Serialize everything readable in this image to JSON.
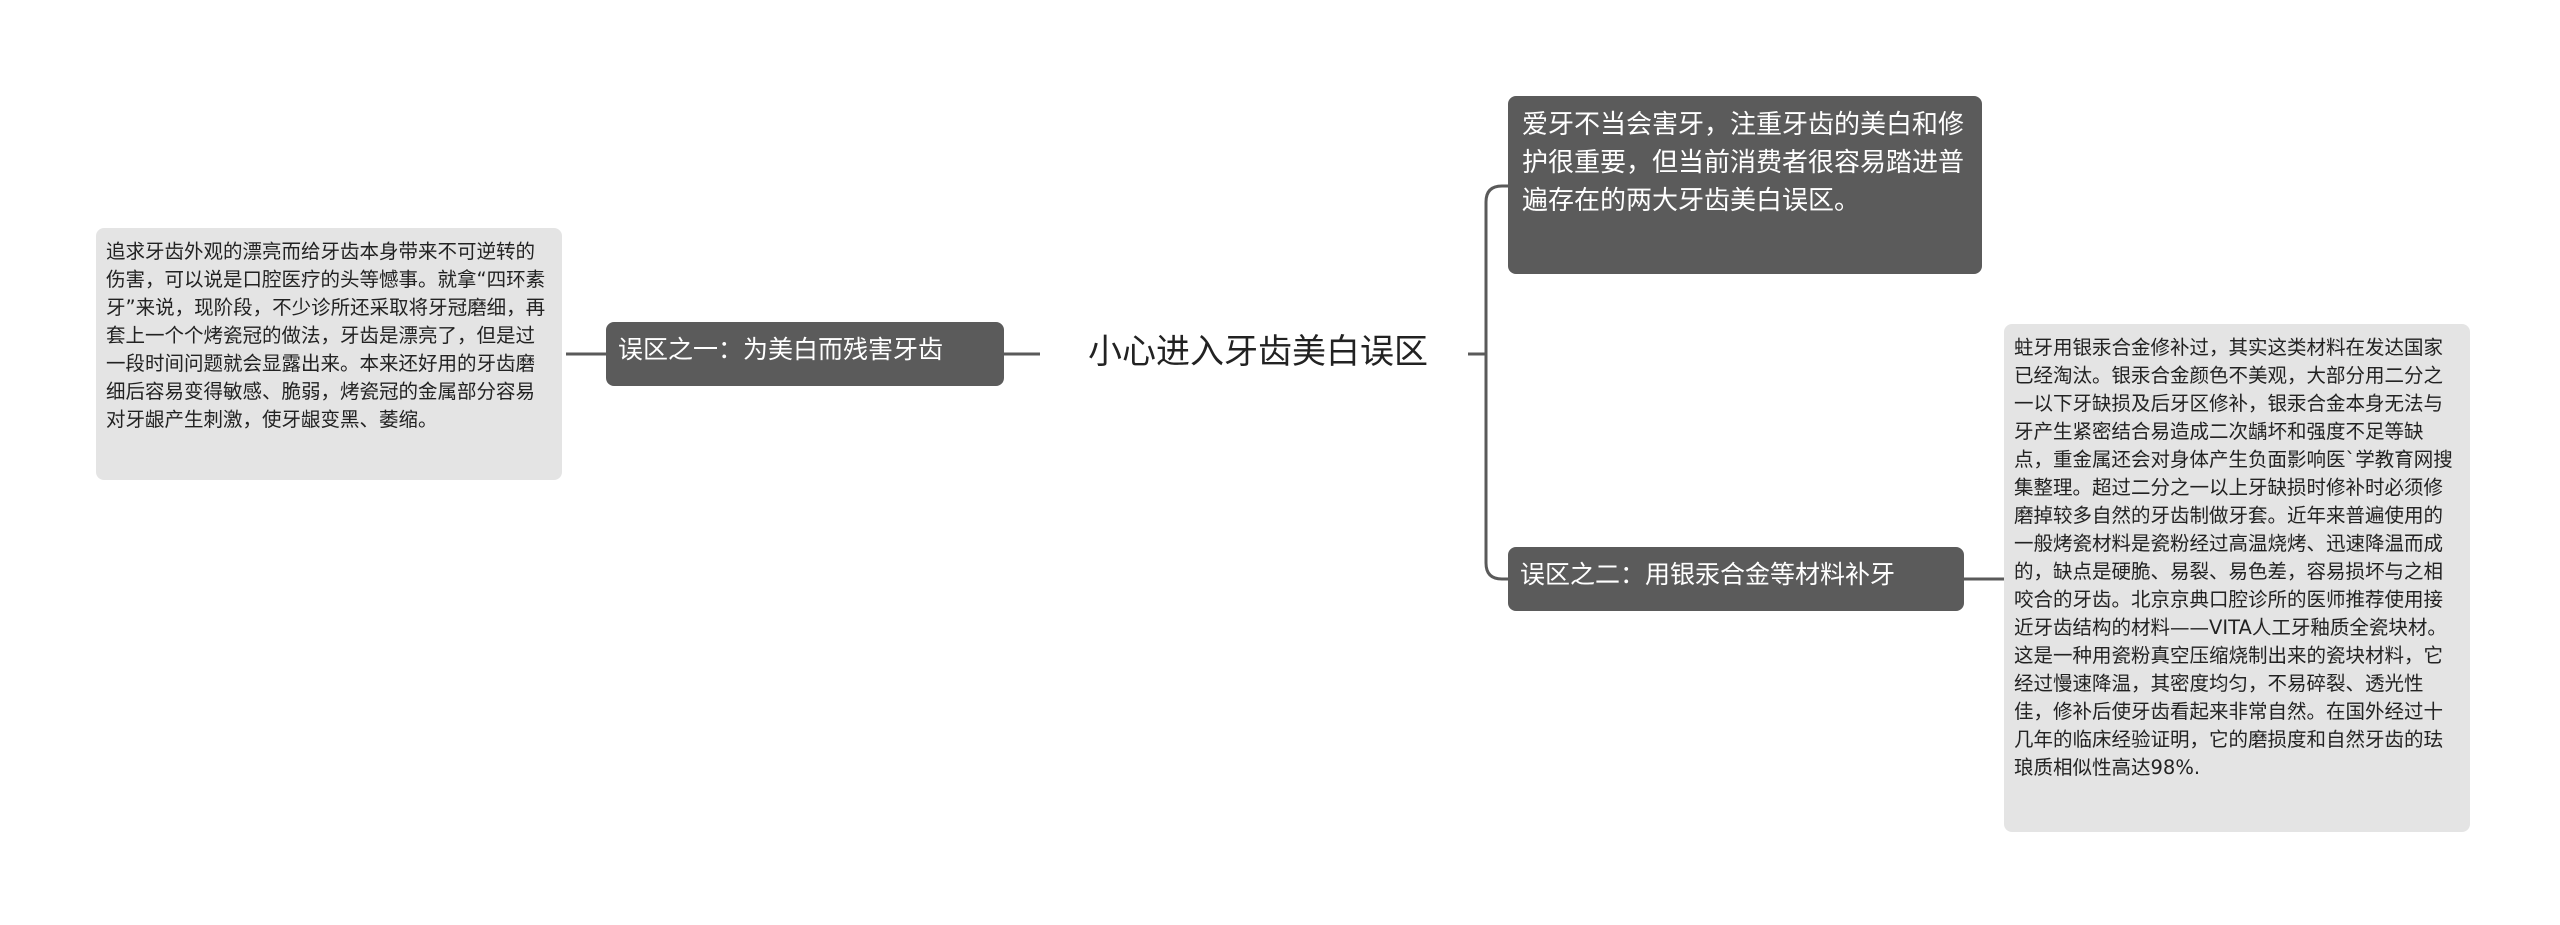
{
  "root": {
    "title": "小心进入牙齿美白误区"
  },
  "left": {
    "branch": "误区之一：为美白而残害牙齿",
    "detail": "追求牙齿外观的漂亮而给牙齿本身带来不可逆转的伤害，可以说是口腔医疗的头等憾事。就拿“四环素牙”来说，现阶段，不少诊所还采取将牙冠磨细，再套上一个个烤瓷冠的做法，牙齿是漂亮了，但是过一段时间问题就会显露出来。本来还好用的牙齿磨细后容易变得敏感、脆弱，烤瓷冠的金属部分容易对牙龈产生刺激，使牙龈变黑、萎缩。"
  },
  "right": {
    "intro": "爱牙不当会害牙，注重牙齿的美白和修护很重要，但当前消费者很容易踏进普遍存在的两大牙齿美白误区。",
    "branch": "误区之二：用银汞合金等材料补牙",
    "detail": "蛀牙用银汞合金修补过，其实这类材料在发达国家已经淘汰。银汞合金颜色不美观，大部分用二分之一以下牙缺损及后牙区修补，银汞合金本身无法与牙产生紧密结合易造成二次龋坏和强度不足等缺点，重金属还会对身体产生负面影响医`学教育网搜集整理。超过二分之一以上牙缺损时修补时必须修磨掉较多自然的牙齿制做牙套。近年来普遍使用的一般烤瓷材料是瓷粉经过高温烧烤、迅速降温而成的，缺点是硬脆、易裂、易色差，容易损坏与之相咬合的牙齿。北京京典口腔诊所的医师推荐使用接近牙齿结构的材料——VITA人工牙釉质全瓷块材。这是一种用瓷粉真空压缩烧制出来的瓷块材料，它经过慢速降温，其密度均匀，不易碎裂、透光性佳，修补后使牙齿看起来非常自然。在国外经过十几年的临床经验证明，它的磨损度和自然牙齿的珐琅质相似性高达98%."
  },
  "colors": {
    "dark_node": "#5b5b5b",
    "light_node": "#e4e4e4",
    "connector": "#5a5a5a"
  }
}
